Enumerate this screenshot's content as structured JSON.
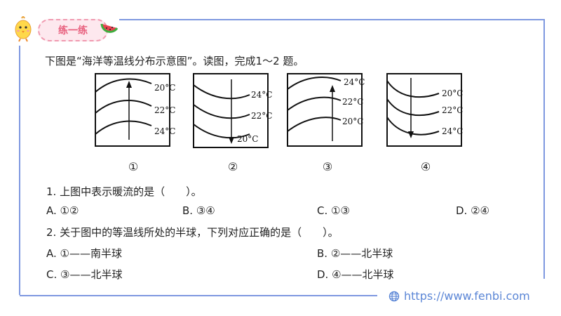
{
  "badge": {
    "label": "练一练"
  },
  "intro": "下图是“海洋等温线分布示意图”。读图，完成1～2 题。",
  "diagrams": [
    {
      "marker": "①",
      "labels": [
        "20°C",
        "22°C",
        "24°C"
      ]
    },
    {
      "marker": "②",
      "labels": [
        "24°C",
        "22°C",
        "20°C"
      ]
    },
    {
      "marker": "③",
      "labels": [
        "24°C",
        "22°C",
        "20°C"
      ]
    },
    {
      "marker": "④",
      "labels": [
        "20°C",
        "22°C",
        "24°C"
      ]
    }
  ],
  "q1": {
    "text": "1. 上图中表示暖流的是（　　）。",
    "options": [
      "A. ①②",
      "B. ③④",
      "C. ①③",
      "D. ②④"
    ]
  },
  "q2": {
    "text": "2. 关于图中的等温线所处的半球，下列对应正确的是（　　）。",
    "options": [
      "A. ①——南半球",
      "B. ②——北半球",
      "C. ③——北半球",
      "D. ④——北半球"
    ]
  },
  "footer": {
    "url": "https://www.fenbi.com",
    "icon": "globe-icon"
  },
  "colors": {
    "frame": "#7e98e0",
    "badge_text": "#e8607e",
    "badge_bg": "#fde8ee",
    "link": "#5b86d6"
  }
}
